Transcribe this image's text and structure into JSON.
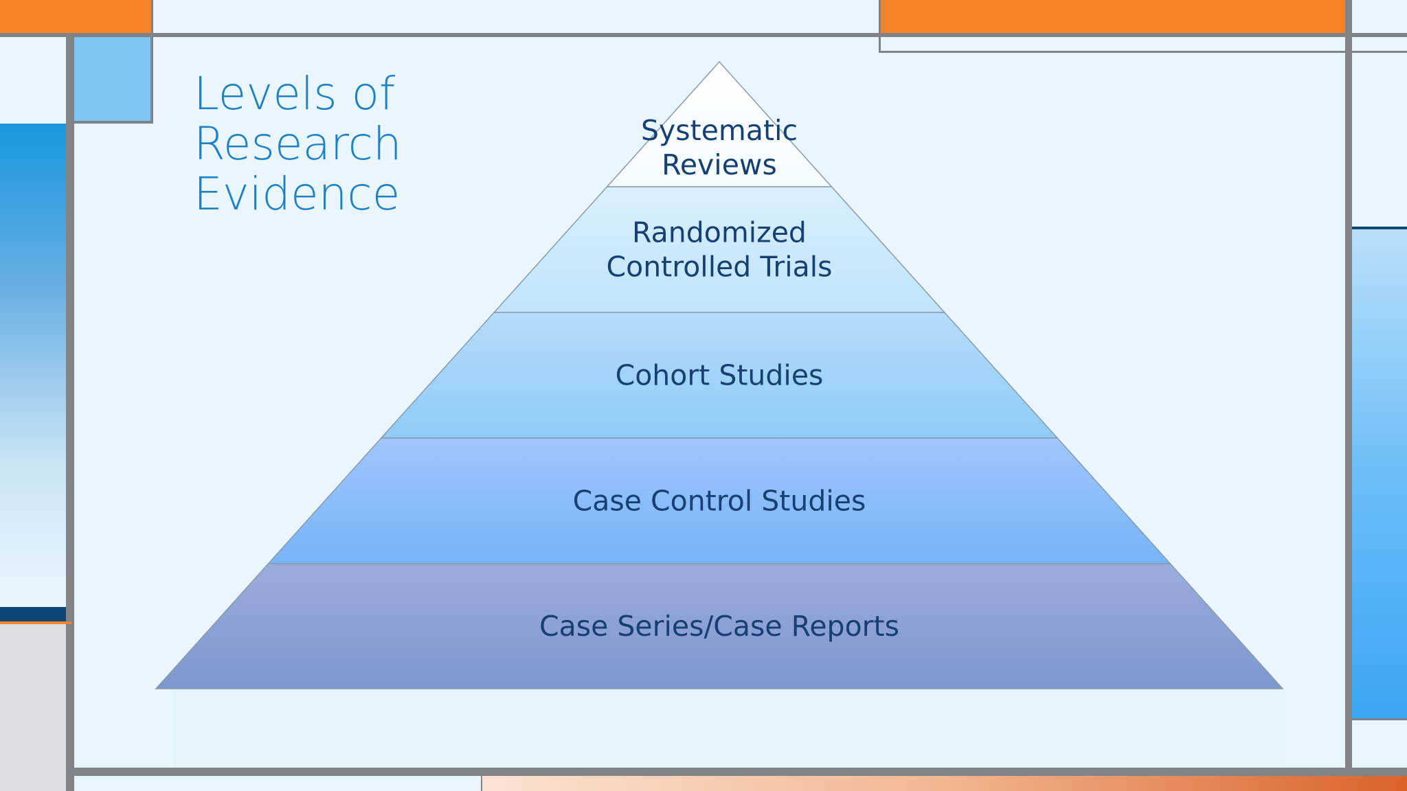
{
  "slide": {
    "title_lines": [
      "Levels of",
      "Research",
      "Evidence"
    ]
  },
  "pyramid": {
    "tiers": [
      {
        "lines": [
          "Systematic",
          "Reviews"
        ]
      },
      {
        "lines": [
          "Randomized",
          "Controlled Trials"
        ]
      },
      {
        "lines": [
          "Cohort Studies"
        ]
      },
      {
        "lines": [
          "Case Control Studies"
        ]
      },
      {
        "lines": [
          "Case Series/Case Reports"
        ]
      }
    ]
  },
  "colors": {
    "accent_orange": "#f5832a",
    "frame_gray": "#7f8387",
    "title_blue": "#1f80c4",
    "label_navy": "#163f72",
    "tier_fills": [
      [
        "#ffffff",
        "#f4fbff"
      ],
      [
        "#d9efff",
        "#bfe4fb"
      ],
      [
        "#b5dcfb",
        "#8fcbf6"
      ],
      [
        "#9fc6fd",
        "#77b4f8"
      ],
      [
        "#9cabdc",
        "#7d97ce"
      ]
    ]
  }
}
